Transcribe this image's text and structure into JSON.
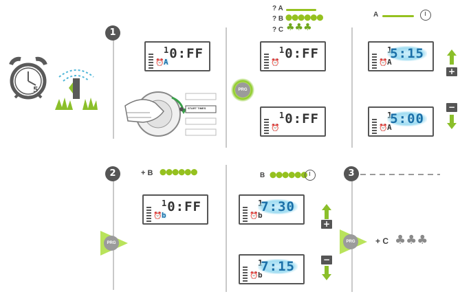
{
  "steps": [
    "1",
    "2",
    "3"
  ],
  "panel_labels": {
    "qa_letter": "? A",
    "qb_letter": "? B",
    "qc_letter": "? C",
    "a_top": "A",
    "plus_b": "+ B",
    "b_top": "B",
    "plus_c": "+ C"
  },
  "dial_label": "START TIMES",
  "prg_label": "PRG",
  "clock_number": "5",
  "lcd": {
    "s1": {
      "prog": "1",
      "letter": "A",
      "digits": "0:FF"
    },
    "s1b": {
      "prog": "1",
      "letter": "",
      "digits": "0:FF"
    },
    "s1c": {
      "prog": "1",
      "letter": "",
      "digits": "0:FF"
    },
    "s1d": {
      "prog": "1",
      "letter": "A",
      "digits": "5:15"
    },
    "s1e": {
      "prog": "1",
      "letter": "A",
      "digits": "5:00"
    },
    "s2a": {
      "prog": "1",
      "letter": "b",
      "digits": "0:FF"
    },
    "s2b": {
      "prog": "1",
      "letter": "b",
      "digits": "7:30"
    },
    "s2c": {
      "prog": "1",
      "letter": "b",
      "digits": "7:15"
    }
  },
  "buttons": {
    "plus": "+",
    "minus": "−"
  },
  "icons": [
    "alarm-clock-icon",
    "sprinkler-icon",
    "clock-icon",
    "tree-icon",
    "arrow-up-icon",
    "arrow-down-icon"
  ],
  "colors": {
    "accent_green": "#95c11f",
    "blink_blue": "#8dd7ef",
    "dark": "#555555"
  }
}
